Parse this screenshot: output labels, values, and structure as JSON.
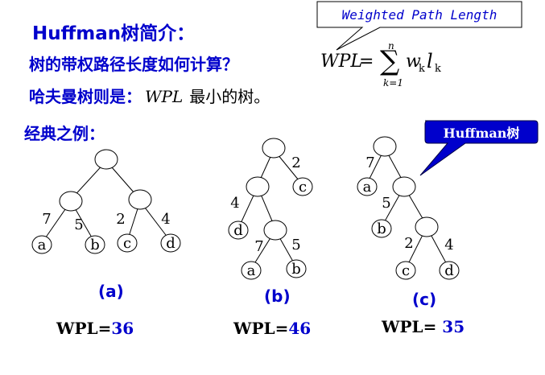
{
  "title": "Huffman树简介：",
  "question": "树的带权路径长度如何计算？",
  "formula": {
    "lhs": "WPL",
    "eq": "=",
    "sum": "∑",
    "upper": "n",
    "lower": "k=1",
    "w": "w",
    "wsub": "k",
    "l": "l",
    "lsub": "k"
  },
  "answer": {
    "prefix": "哈夫曼树则是：",
    "term": "WPL",
    "rest": "最小的树。"
  },
  "example_label": "经典之例：",
  "callout_wpl": "Weighted Path Length",
  "callout_huffman": "Huffman树",
  "colors": {
    "heading": "#0000cc",
    "callout_fill": "#0000cc"
  },
  "trees": [
    {
      "caption": "(a)",
      "wpl_prefix": "WPL=",
      "wpl_value": "36",
      "leaves": [
        "a",
        "b",
        "c",
        "d"
      ],
      "weights": [
        "7",
        "5",
        "2",
        "4"
      ]
    },
    {
      "caption": "(b)",
      "wpl_prefix": "WPL=",
      "wpl_value": "46",
      "leaves": [
        "c",
        "d",
        "a",
        "b"
      ],
      "weights": [
        "2",
        "4",
        "7",
        "5"
      ]
    },
    {
      "caption": "(c)",
      "wpl_prefix": "WPL= ",
      "wpl_value": "35",
      "leaves": [
        "a",
        "b",
        "c",
        "d"
      ],
      "weights": [
        "7",
        "5",
        "2",
        "4"
      ]
    }
  ]
}
